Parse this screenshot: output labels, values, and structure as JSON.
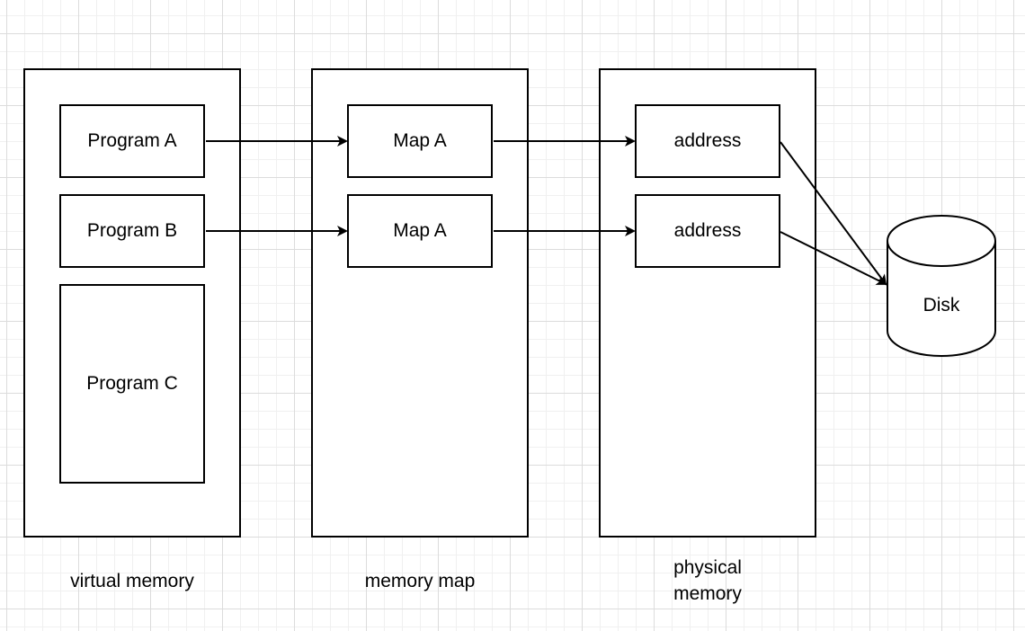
{
  "columns": {
    "virtual_memory": {
      "caption": "virtual memory",
      "items": [
        "Program A",
        "Program B",
        "Program C"
      ]
    },
    "memory_map": {
      "caption": "memory map",
      "items": [
        "Map A",
        "Map A"
      ]
    },
    "physical_memory": {
      "caption_line1": "physical",
      "caption_line2": "memory",
      "items": [
        "address",
        "address"
      ]
    }
  },
  "disk": {
    "label": "Disk"
  },
  "colors": {
    "stroke": "#000000",
    "fill": "#ffffff",
    "grid": "#dcdcdc"
  }
}
